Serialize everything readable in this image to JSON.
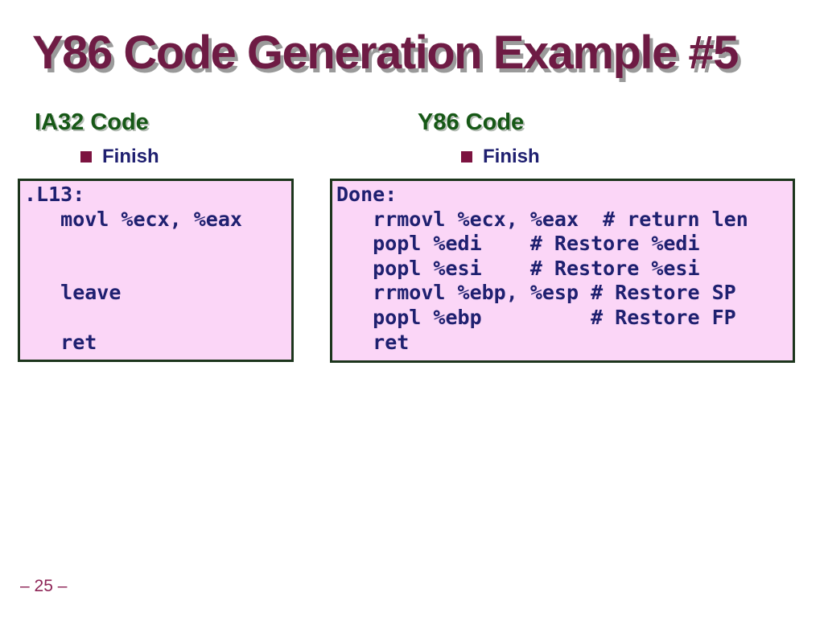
{
  "slide": {
    "title": "Y86 Code Generation Example #5",
    "page_number": "– 25 –",
    "left_column": {
      "header": "IA32 Code",
      "bullet_label": "Finish",
      "code": ".L13:\n   movl %ecx, %eax\n\n\n   leave\n\n   ret"
    },
    "right_column": {
      "header": "Y86 Code",
      "bullet_label": "Finish",
      "code": "Done:\n   rrmovl %ecx, %eax  # return len\n   popl %edi    # Restore %edi\n   popl %esi    # Restore %esi\n   rrmovl %ebp, %esp # Restore SP\n   popl %ebp         # Restore FP\n   ret"
    },
    "colors": {
      "title_maroon": "#6e1b44",
      "title_shadow_gray": "#9a9a9a",
      "header_green": "#165816",
      "header_shadow_gray": "#b5bdb5",
      "body_navy": "#1f2070",
      "bullet_maroon": "#7c1340",
      "code_box_pink": "#fbd6f7",
      "code_box_border_green": "#1c351c",
      "page_number_maroon": "#8d2456",
      "background_white": "#ffffff"
    }
  }
}
